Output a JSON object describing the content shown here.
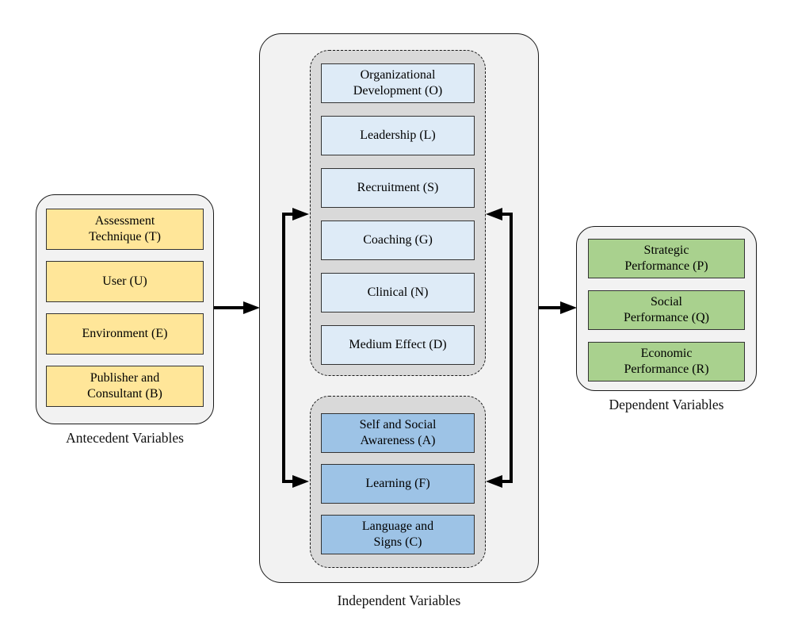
{
  "groups": {
    "antecedent": {
      "label": "Antecedent Variables",
      "box_fill": "#FFE699",
      "boxes": [
        "Assessment\nTechnique (T)",
        "User (U)",
        "Environment (E)",
        "Publisher and\nConsultant (B)"
      ]
    },
    "independent": {
      "label": "Independent Variables",
      "upper_fill": "#DEEBF7",
      "upper_boxes": [
        "Organizational\nDevelopment (O)",
        "Leadership (L)",
        "Recruitment (S)",
        "Coaching (G)",
        "Clinical (N)",
        "Medium Effect (D)"
      ],
      "lower_fill": "#9DC3E6",
      "lower_boxes": [
        "Self and Social\nAwareness (A)",
        "Learning (F)",
        "Language and\nSigns (C)"
      ]
    },
    "dependent": {
      "label": "Dependent Variables",
      "box_fill": "#A9D18E",
      "boxes": [
        "Strategic\nPerformance (P)",
        "Social\nPerformance (Q)",
        "Economic\nPerformance (R)"
      ]
    }
  },
  "colors": {
    "background": "#FFFFFF",
    "group_fill": "#F2F2F2",
    "dashed_cluster_fill": "#D9D9D9",
    "box_border": "#333333",
    "group_border": "#1A1A1A",
    "arrow": "#000000"
  }
}
